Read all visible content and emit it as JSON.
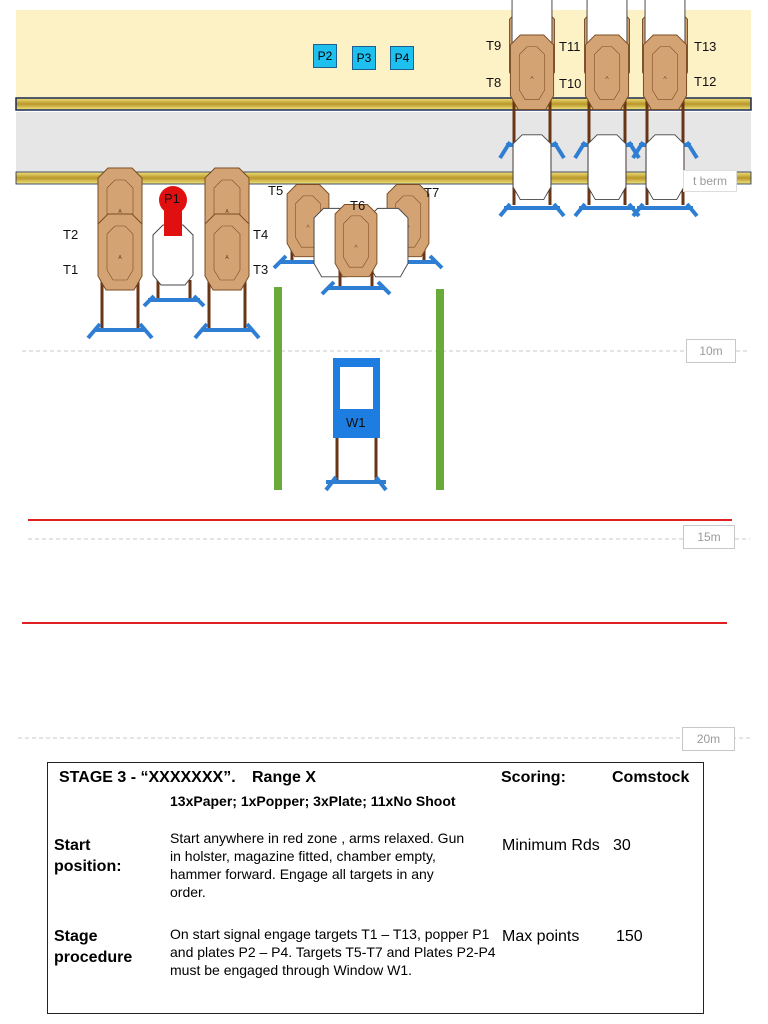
{
  "backstop": {
    "berm_label": "t berm",
    "plates": [
      "P2",
      "P3",
      "P4"
    ]
  },
  "distances": [
    "10m",
    "15m",
    "20m"
  ],
  "targets": {
    "T1": "T1",
    "T2": "T2",
    "T3": "T3",
    "T4": "T4",
    "T5": "T5",
    "T6": "T6",
    "T7": "T7",
    "T8": "T8",
    "T9": "T9",
    "T10": "T10",
    "T11": "T11",
    "T12": "T12",
    "T13": "T13",
    "P1": "P1",
    "W1": "W1"
  },
  "briefing": {
    "stage_title": "STAGE 3 - “XXXXXXX”.",
    "range": "Range X",
    "scoring_label": "Scoring:",
    "scoring_value": "Comstock",
    "target_summary": "13xPaper; 1xPopper; 3xPlate; 11xNo Shoot",
    "start_label": "Start position:",
    "start_text": "Start anywhere in red zone , arms relaxed.  Gun in holster, magazine fitted, chamber empty, hammer forward.  Engage all targets in any order.",
    "min_rounds_label": "Minimum Rds",
    "min_rounds_value": "30",
    "procedure_label": "Stage procedure",
    "procedure_text": "On start signal engage targets T1 – T13, popper P1 and plates P2 – P4.  Targets T5-T7 and Plates P2-P4 must be engaged through Window W1.",
    "max_points_label": "Max points",
    "max_points_value": "150"
  }
}
